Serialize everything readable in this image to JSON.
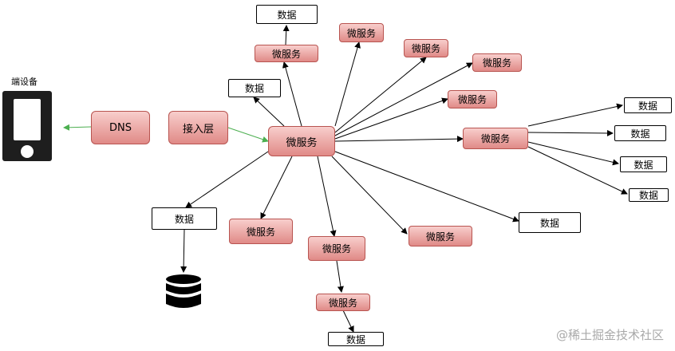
{
  "device": {
    "label": "端设备",
    "icon": "mobile-phone-icon"
  },
  "nodes": {
    "dns": "DNS",
    "access_layer": "接入层",
    "microservice": "微服务",
    "data": "数据"
  },
  "database_icon": "database-cylinder-icon",
  "watermark": "@稀土掘金技术社区",
  "colors": {
    "node_fill_top": "#f8cecc",
    "node_fill_bottom": "#e08a87",
    "node_border": "#b85450",
    "green_arrow": "#4caf50",
    "black_arrow": "#000000"
  }
}
